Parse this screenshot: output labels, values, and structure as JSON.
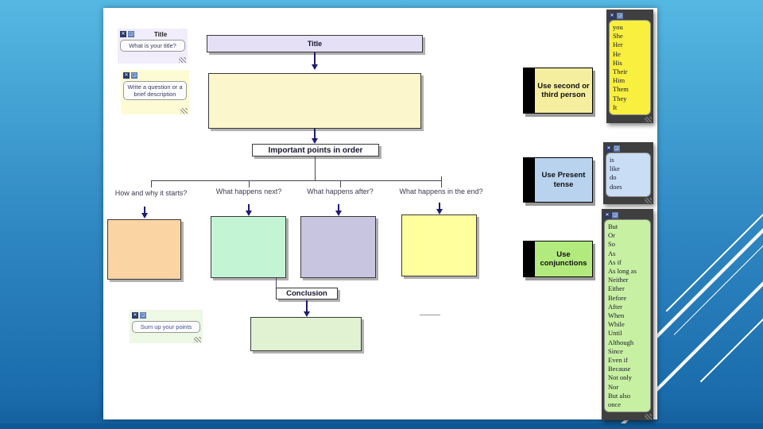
{
  "icons": {
    "close_glyph": "✕",
    "popout_glyph": "◲"
  },
  "background": {
    "gradient_top": "#55b8e2",
    "gradient_bottom": "#1a6cab",
    "accent_line_color": "#ffffff"
  },
  "notes": {
    "title_note": {
      "header": "Title",
      "field_text": "What is your title?"
    },
    "question_note": {
      "text": "Write a question or a brief description"
    },
    "sum_note": {
      "text": "Sum up your points"
    }
  },
  "diagram": {
    "title_box": {
      "label": "Title",
      "color": "#e6e0f6"
    },
    "main_box": {
      "color": "#fbf6cb"
    },
    "important_box": {
      "label": "Important points in order"
    },
    "branches": [
      {
        "label": "How and why it starts?",
        "color": "#fbd4a4"
      },
      {
        "label": "What happens next?",
        "color": "#c3f5d5"
      },
      {
        "label": "What happens after?",
        "color": "#c8c5e0"
      },
      {
        "label": "What happens in the end?",
        "color": "#ffff9e"
      }
    ],
    "conclusion_box": {
      "label": "Conclusion"
    },
    "summary_box": {
      "color": "#e0f2d2"
    }
  },
  "tips": [
    {
      "label": "Use second or third person",
      "color": "#f5ee9e"
    },
    {
      "label": "Use Present tense",
      "color": "#b9d3ef"
    },
    {
      "label": "Use conjunctions",
      "color": "#b3ea7d"
    }
  ],
  "stickies": {
    "pronouns": {
      "color": "#f8ef3f",
      "words": [
        "you",
        "She",
        "Her",
        "He",
        "His",
        "Their",
        "Him",
        "Them",
        "They",
        "It"
      ]
    },
    "verbs": {
      "color": "#c9ddf4",
      "words": [
        "is",
        "like",
        "do",
        "does"
      ]
    },
    "conjunctions": {
      "color": "#c8f0a2",
      "words": [
        "But",
        "Or",
        "So",
        "As",
        "As if",
        "As long as",
        "Neither",
        "Either",
        "Before",
        "After",
        "When",
        "While",
        "Until",
        "Although",
        "Since",
        "Even if",
        "Because",
        "Not only",
        "Nor",
        "But also",
        "once"
      ]
    }
  }
}
